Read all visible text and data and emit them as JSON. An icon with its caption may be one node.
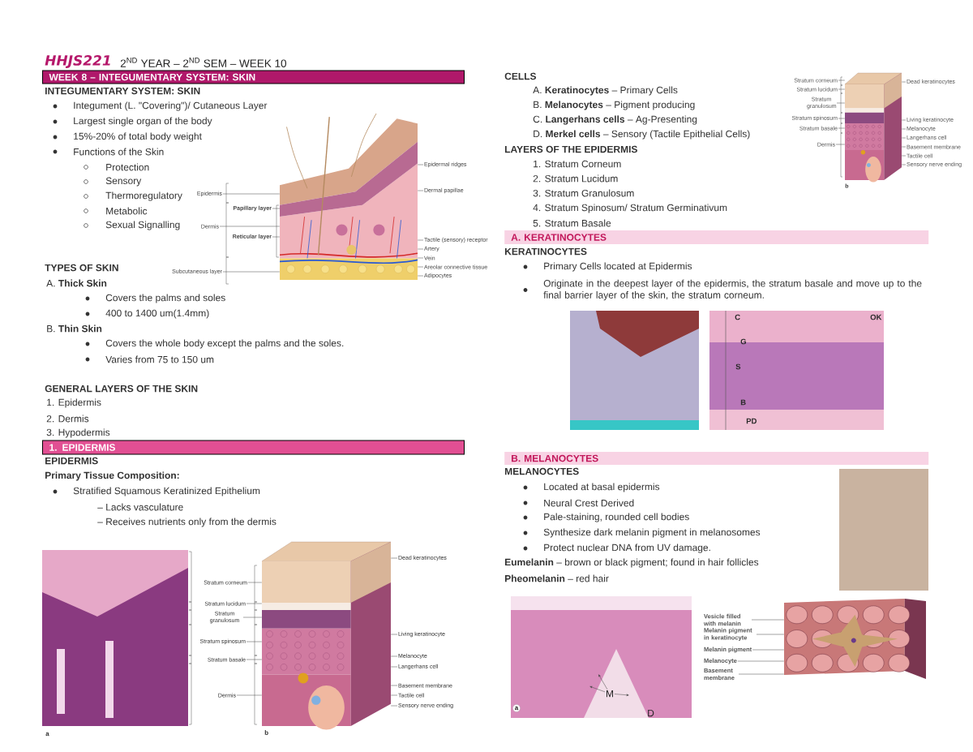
{
  "diagram": {
    "title": "2$^{ND}$ YEAR – 2$^{ND}$ SEM – WEEK 10",
    "nodes": [
      {
        "text": [
          "WEEK 8 – INTEGUMENTARY SYSTEM: SKIN"
        ]
      },
      {
        "text": [],
        "shape": "picture"
      },
      {
        "text": [
          "Epidermal ridges"
        ]
      },
      {
        "text": [
          "Dermal papillae"
        ]
      },
      {
        "text": [
          "Epidermis"
        ]
      },
      {
        "text": [
          "Papillary layer"
        ]
      },
      {
        "text": [
          "Dermis"
        ]
      },
      {
        "text": [
          "Reticular layer"
        ]
      },
      {
        "text": [
          "Tactile (sensory) receptor"
        ]
      },
      {
        "text": [
          "Artery"
        ]
      },
      {
        "text": [
          "Vein"
        ]
      },
      {
        "text": [
          "Subcutaneous layer"
        ]
      },
      {
        "text": [
          "Areolar connective tissue"
        ]
      },
      {
        "text": [
          "Adipocytes"
        ]
      },
      {
        "text": [
          "1. EPIDERMIS"
        ]
      },
      {
        "text": [],
        "shape": "picture"
      },
      {
        "text": [
          "Stratum corneum"
        ]
      },
      {
        "text": [
          "Stratum lucidum"
        ]
      },
      {
        "text": [
          "Stratum granulosum"
        ]
      },
      {
        "text": [
          "Stratum spinosum"
        ]
      },
      {
        "text": [
          "Stratum basale"
        ]
      },
      {
        "text": [
          "Dermis"
        ]
      },
      {
        "text": [
          "Dead keratinocytes"
        ]
      },
      {
        "text": [
          "Living keratinocyte"
        ]
      },
      {
        "text": [
          "Melanocyte"
        ]
      },
      {
        "text": [
          "Langerhans cell"
        ]
      },
      {
        "text": [
          "Basement membrane"
        ]
      },
      {
        "text": [
          "Tactile cell"
        ]
      },
      {
        "text": [
          "Sensory nerve ending"
        ]
      },
      {
        "text": [],
        "shape": "picture"
      },
      {
        "text": [
          "Stratum corneum"
        ]
      },
      {
        "text": [
          "Stratum lucidum"
        ]
      },
      {
        "text": [
          "Stratum granulosum"
        ]
      },
      {
        "text": [
          "Stratum spinosum"
        ]
      },
      {
        "text": [
          "Stratum basale"
        ]
      },
      {
        "text": [
          "Dermis"
        ]
      },
      {
        "text": [
          "Dead keratinocytes"
        ]
      },
      {
        "text": [
          "Living keratinocyte"
        ]
      },
      {
        "text": [
          "Melanocyte"
        ]
      },
      {
        "text": [
          "Langerhans cell"
        ]
      },
      {
        "text": [
          "Basement membrane"
        ]
      },
      {
        "text": [
          "Tactile cell"
        ]
      },
      {
        "text": [
          "Sensory nerve ending"
        ]
      },
      {
        "text": [
          "A. KERATINOCYTES"
        ]
      },
      {
        "text": [
          "B. MELANOCYTES"
        ]
      },
      {
        "text": [
          "M"
        ]
      },
      {
        "text": [],
        "shape": "picture"
      },
      {
        "text": [
          "Vesicle filled with melanin"
        ]
      },
      {
        "text": [
          "Melanin pigment in keratinocyte"
        ]
      },
      {
        "text": [
          "Melanin pigment"
        ]
      },
      {
        "text": [
          "Melanocyte"
        ]
      },
      {
        "text": [
          "Basement membrane"
        ]
      }
    ],
    "edges": [
      {
        "from": 2,
        "to": 1,
        "arrow": "none"
      },
      {
        "from": 3,
        "to": 1,
        "arrow": "none"
      },
      {
        "from": 4,
        "to": 1,
        "arrow": "none"
      },
      {
        "from": 5,
        "to": 1,
        "arrow": "none"
      },
      {
        "from": 6,
        "to": 1,
        "arrow": "none"
      },
      {
        "from": 7,
        "to": 1,
        "arrow": "none"
      },
      {
        "from": 8,
        "to": 1,
        "arrow": "none"
      },
      {
        "from": 9,
        "to": 1,
        "arrow": "none"
      },
      {
        "from": 10,
        "to": 1,
        "arrow": "none"
      },
      {
        "from": 11,
        "to": 1,
        "arrow": "none"
      },
      {
        "from": 12,
        "to": 1,
        "arrow": "none"
      },
      {
        "from": 13,
        "to": 1,
        "arrow": "none"
      },
      {
        "from": 16,
        "to": 15,
        "arrow": "none"
      },
      {
        "from": 17,
        "to": 15,
        "arrow": "none"
      },
      {
        "from": 18,
        "to": 15,
        "arrow": "none"
      },
      {
        "from": 19,
        "to": 15,
        "arrow": "none"
      },
      {
        "from": 20,
        "to": 15,
        "arrow": "none"
      },
      {
        "from": 21,
        "to": 15,
        "arrow": "none"
      },
      {
        "from": 22,
        "to": 15,
        "arrow": "none"
      },
      {
        "from": 23,
        "to": 15,
        "arrow": "none"
      },
      {
        "from": 24,
        "to": 15,
        "arrow": "none"
      },
      {
        "from": 25,
        "to": 15,
        "arrow": "none"
      },
      {
        "from": 26,
        "to": 15,
        "arrow": "none"
      },
      {
        "from": 27,
        "to": 15,
        "arrow": "none"
      },
      {
        "from": 28,
        "to": 15,
        "arrow": "none"
      },
      {
        "from": 30,
        "to": 29,
        "arrow": "none"
      },
      {
        "from": 31,
        "to": 29,
        "arrow": "none"
      },
      {
        "from": 32,
        "to": 29,
        "arrow": "none"
      },
      {
        "from": 33,
        "to": 29,
        "arrow": "none"
      },
      {
        "from": 34,
        "to": 29,
        "arrow": "none"
      },
      {
        "from": 35,
        "to": 29,
        "arrow": "none"
      },
      {
        "from": 36,
        "to": 29,
        "arrow": "none"
      },
      {
        "from": 37,
        "to": 29,
        "arrow": "none"
      },
      {
        "from": 38,
        "to": 29,
        "arrow": "none"
      },
      {
        "from": 39,
        "to": 29,
        "arrow": "none"
      },
      {
        "from": 40,
        "to": 29,
        "arrow": "none"
      },
      {
        "from": 41,
        "to": 29,
        "arrow": "none"
      },
      {
        "from": 42,
        "to": 29,
        "arrow": "none"
      },
      {
        "from": 45,
        "to": null,
        "arrow": "to"
      },
      {
        "from": 45,
        "to": null,
        "arrow": "to"
      },
      {
        "from": 45,
        "to": null,
        "arrow": "to"
      },
      {
        "from": 47,
        "to": 46,
        "arrow": "none"
      },
      {
        "from": 48,
        "to": 46,
        "arrow": "none"
      },
      {
        "from": 49,
        "to": 46,
        "arrow": "none"
      },
      {
        "from": 50,
        "to": 46,
        "arrow": "none"
      },
      {
        "from": 51,
        "to": 46,
        "arrow": "none"
      }
    ],
    "labels": [
      "HHJS221",
      "INTEGUMENTARY SYSTEM: SKIN",
      "Integument (L. \"Covering\")/ Cutaneous Layer",
      "Largest single organ of the body",
      "15%-20% of total body weight",
      "Functions of the Skin",
      "Protection",
      "Sensory",
      "Thermoregulatory",
      "Metabolic",
      "Sexual Signalling",
      "TYPES OF SKIN",
      "A.  **Thick Skin**",
      "Covers the palms and soles",
      "400 to 1400 um(1.4mm)",
      "B.  **Thin Skin**",
      "Covers the whole body except the palms and the soles.",
      "Varies from 75 to 150 um",
      "GENERAL LAYERS OF THE SKIN",
      "1.  Epidermis",
      "2.  Dermis",
      "3.  Hypodermis",
      "EPIDERMIS",
      "Primary Tissue Composition:",
      "Stratified Squamous Keratinized Epithelium",
      "– Lacks vasculature",
      "– Receives nutrients only from the dermis",
      "a",
      "b",
      "b",
      "CELLS",
      "A.  **Keratinocytes** – Primary Cells",
      "B.  **Melanocytes** – Pigment producing",
      "C.  **Langerhans cells** – Ag-Presenting",
      "D.  **Merkel cells** – Sensory (Tactile Epithelial Cells)",
      "LAYERS OF THE EPIDERMIS",
      "1.  Stratum Corneum",
      "2.  Stratum Lucidum",
      "3.  Stratum Granulosum",
      "4.  Stratum Spinosum/ Stratum Germinativum",
      "5.  Stratum Basale",
      "KERATINOCYTES",
      "Primary Cells located at Epidermis",
      "Originate in the deepest layer of the epidermis, the stratum basale and move up to the final barrier layer of the skin, the stratum corneum.",
      "C",
      "OK",
      "G",
      "S",
      "B",
      "PD",
      "MELANOCYTES",
      "Located at basal epidermis",
      "Neural Crest Derived",
      "Pale-staining, rounded cell bodies",
      "Synthesize dark melanin pigment in melanosomes",
      "Protect nuclear DNA from UV damage.",
      "**Eumelanin** – brown or black pigment; found in hair follicles",
      "**Pheomelanin** – red hair",
      "a",
      "D"
    ]
  }
}
